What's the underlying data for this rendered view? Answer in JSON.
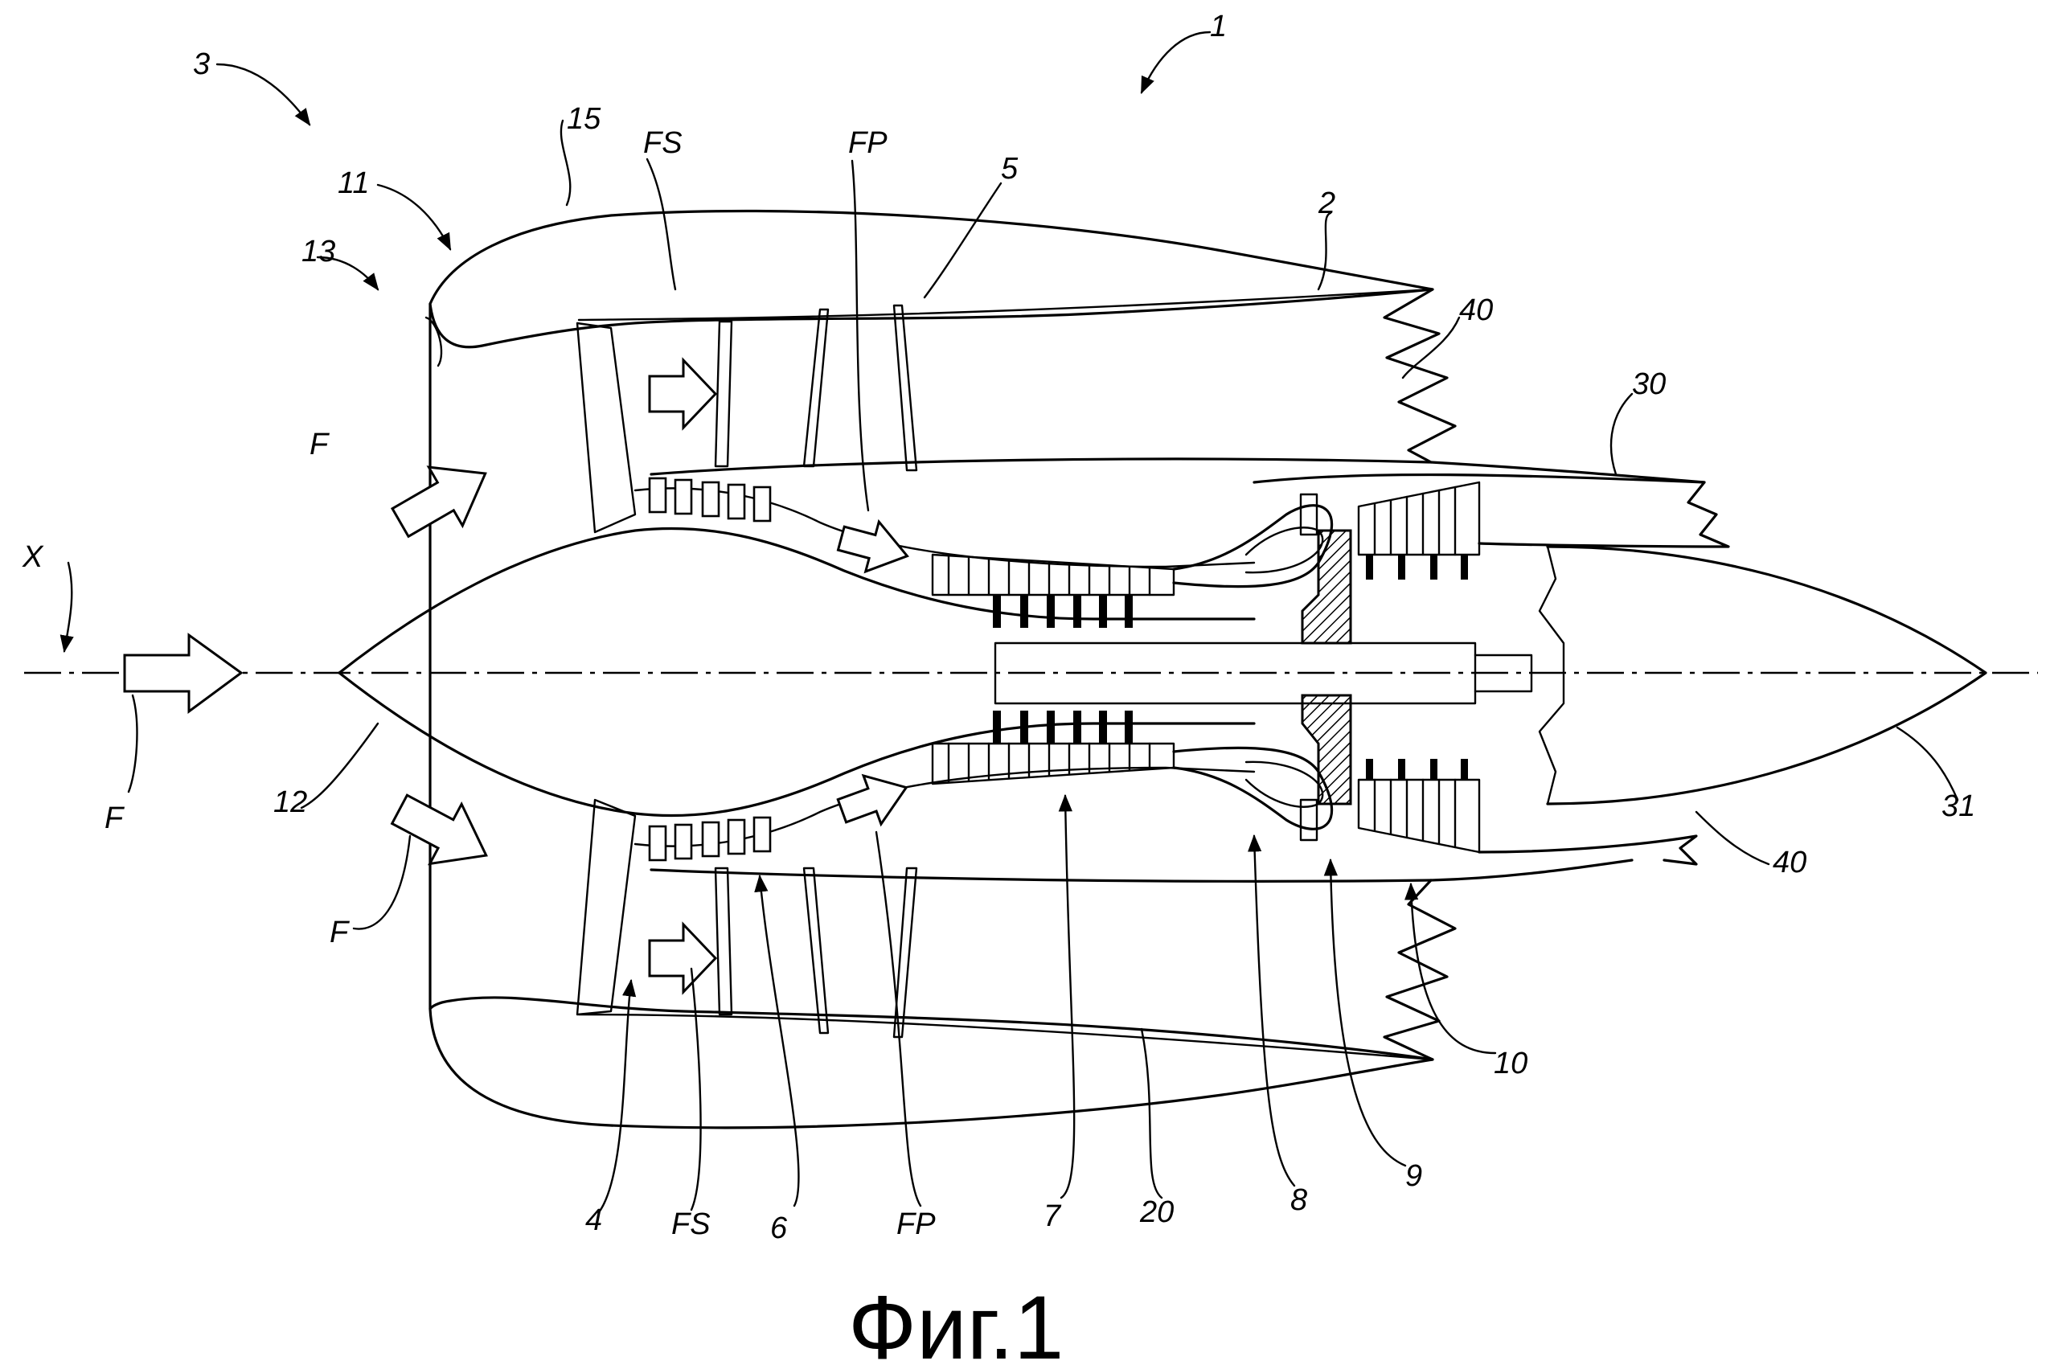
{
  "caption": "Фиг.1",
  "labels": {
    "n1": "1",
    "n2": "2",
    "n3": "3",
    "n4": "4",
    "n5": "5",
    "n6": "6",
    "n7": "7",
    "n8": "8",
    "n9": "9",
    "n10": "10",
    "n11": "11",
    "n12": "12",
    "n13": "13",
    "n15": "15",
    "n20": "20",
    "n30": "30",
    "n31": "31",
    "n40_top": "40",
    "n40_bottom": "40",
    "x": "X",
    "f_axis": "F",
    "f_upper": "F",
    "f_lower": "F",
    "fs_upper": "FS",
    "fs_lower": "FS",
    "fp_upper": "FP",
    "fp_lower": "FP"
  }
}
